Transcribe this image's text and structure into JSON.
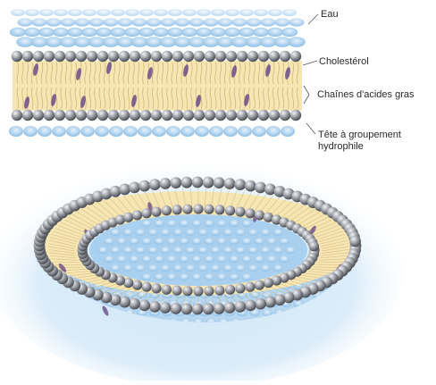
{
  "labels": {
    "water": "Eau",
    "cholesterol": "Cholestérol",
    "fatty_chains": "Chaînes d'acides gras",
    "head_line1": "Tête à groupement",
    "head_line2": "hydrophile"
  },
  "colors": {
    "water": "#9ec9ec",
    "water_light": "#d7ebf9",
    "head": "#7d7f86",
    "head_highlight": "#f2f2f4",
    "chain_fill": "#f6e6b4",
    "chain_line": "#c8a860",
    "cholesterol": "#6b4c8a"
  }
}
